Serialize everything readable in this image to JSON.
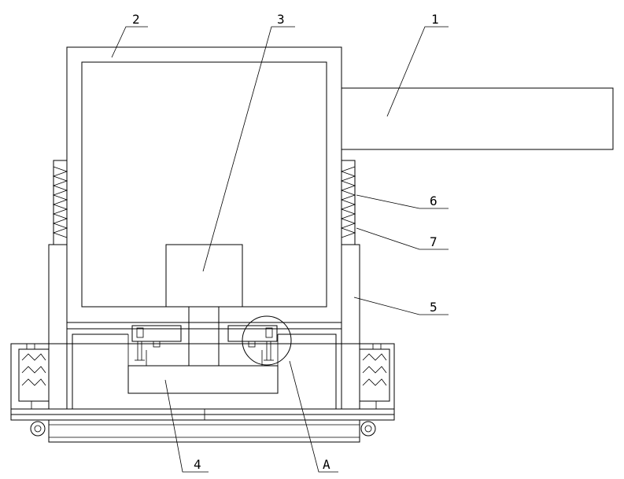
{
  "labels": {
    "l1": "1",
    "l2": "2",
    "l3": "3",
    "l4": "4",
    "l5": "5",
    "l6": "6",
    "l7": "7",
    "lA": "A"
  }
}
